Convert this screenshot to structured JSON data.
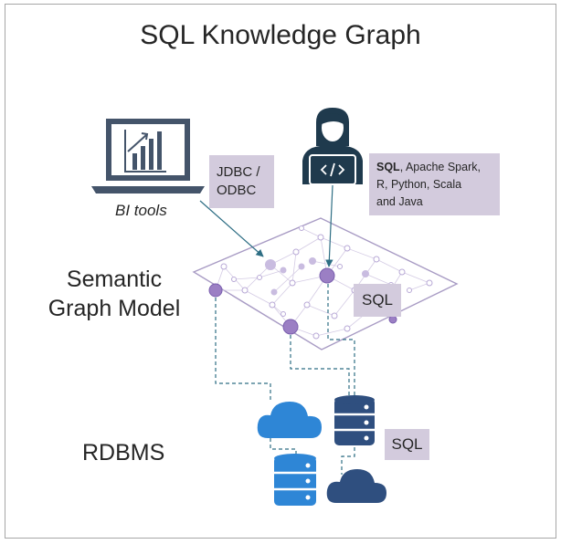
{
  "title": "SQL Knowledge Graph",
  "bi_caption": "BI tools",
  "jdbc_box": {
    "line1": "JDBC /",
    "line2": "ODBC"
  },
  "lang_box": {
    "bold": "SQL",
    "line1_rest": ", Apache Spark,",
    "line2": "R, Python, Scala",
    "line3": "and Java"
  },
  "graph_sql_label": "SQL",
  "semantic_label": {
    "line1": "Semantic",
    "line2": "Graph Model"
  },
  "rdbms_label": "RDBMS",
  "rdbms_sql_label": "SQL",
  "colors": {
    "laptop": "#44546a",
    "developer": "#1f3a4d",
    "label_box": "#d3cbdd",
    "node": "#9b7fc4",
    "node_light": "#c9bce0",
    "cloud_light": "#2e86d6",
    "cloud_dark": "#2f4f7f",
    "db_blue": "#2e86d6",
    "db_dark": "#2f4f7f",
    "connector": "#2e6e84"
  }
}
